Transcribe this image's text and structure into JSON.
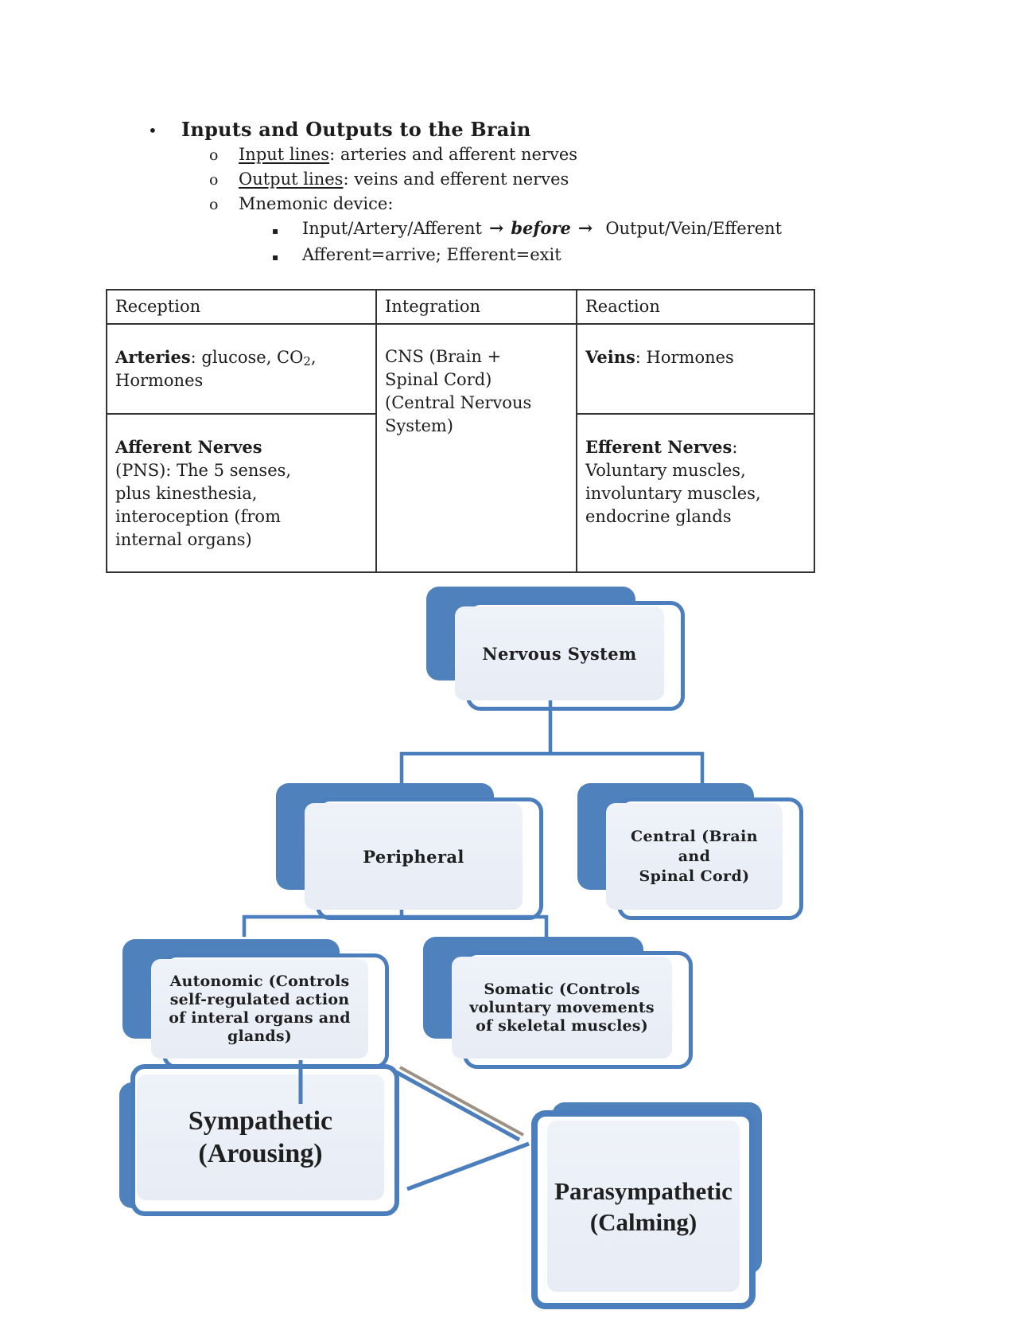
{
  "list": {
    "bullet1": "•",
    "bullet2": "o",
    "bullet3": "▪",
    "title": "Inputs and Outputs to the Brain",
    "item1_label": "Input lines",
    "item1_rest": ": arteries and afferent nerves",
    "item2_label": "Output lines",
    "item2_rest": ": veins and efferent nerves",
    "item3": "Mnemonic device:",
    "mnemonic_a": "Input/Artery/Afferent",
    "mnemonic_arrow1": "→",
    "mnemonic_b": "before",
    "mnemonic_arrow2": "→",
    "mnemonic_c": "Output/Vein/Efferent",
    "mnemonic_line2": "Afferent=arrive; Efferent=exit"
  },
  "table": {
    "headers": [
      "Reception",
      "Integration",
      "Reaction"
    ],
    "reception_row1": {
      "bold": "Arteries",
      "rest_a": ": glucose, CO",
      "sub": "2",
      "rest_b": ", Hormones"
    },
    "integration": {
      "lines": [
        "CNS (Brain +",
        "Spinal Cord)",
        "(Central Nervous",
        "System)"
      ]
    },
    "reaction_row1": {
      "bold": "Veins",
      "rest": ": Hormones"
    },
    "reception_row2": {
      "bold": "Afferent Nerves",
      "lines": [
        "(PNS): The 5 senses,",
        "plus kinesthesia,",
        "interoception (from",
        "internal organs)"
      ]
    },
    "reaction_row2": {
      "bold": "Efferent Nerves",
      "colon": ":",
      "lines": [
        "Voluntary muscles,",
        "involuntary muscles,",
        "endocrine glands"
      ]
    }
  },
  "diagram": {
    "nodes": {
      "nervous_system": {
        "label": [
          "Nervous System"
        ]
      },
      "peripheral": {
        "label": [
          "Peripheral"
        ]
      },
      "central": {
        "label": [
          "Central (Brain and",
          "Spinal Cord)"
        ]
      },
      "autonomic": {
        "label": [
          "Autonomic (Controls",
          "self-regulated action",
          "of interal organs and",
          "glands)"
        ]
      },
      "somatic": {
        "label": [
          "Somatic (Controls",
          "voluntary movements",
          "of skeletal muscles)"
        ]
      },
      "sympathetic": {
        "label": [
          "Sympathetic",
          "(Arousing)"
        ]
      },
      "parasympathetic": {
        "label": [
          "Parasympathetic",
          "(Calming)"
        ]
      }
    },
    "colors": {
      "accent": "#4f81bd",
      "border": "#4a7ebc",
      "face": "#e9edf6",
      "connector_gray": "#9c9184",
      "text": "#1f1f1f"
    }
  }
}
